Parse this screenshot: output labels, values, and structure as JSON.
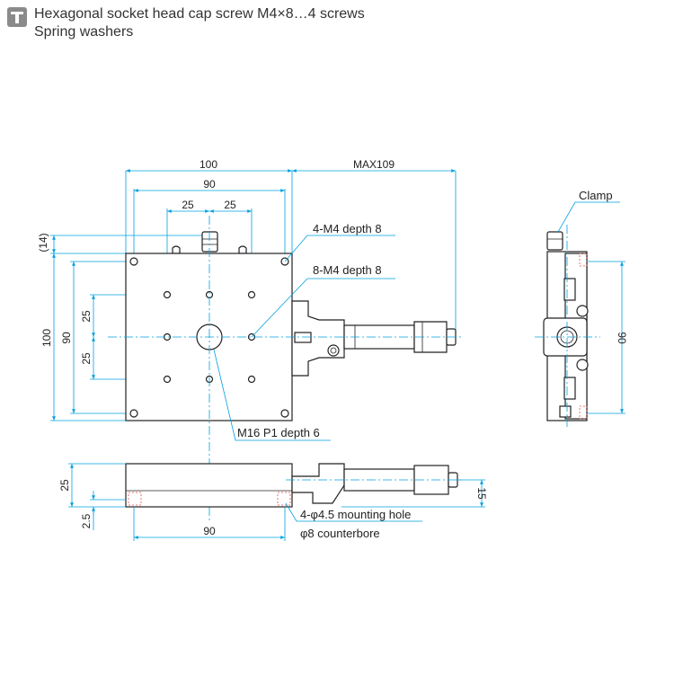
{
  "header": {
    "line1": "Hexagonal socket head cap screw M4×8…4 screws",
    "line2": "Spring washers"
  },
  "dimensions": {
    "width_100": "100",
    "max109": "MAX109",
    "width_90": "90",
    "pitch_25_left": "25",
    "pitch_25_right": "25",
    "paren_14": "(14)",
    "height_100": "100",
    "height_90": "90",
    "vpitch_25_top": "25",
    "vpitch_25_bottom": "25",
    "side_90": "90",
    "front_25": "25",
    "front_2_5": "2.5",
    "front_90": "90",
    "front_15": "15"
  },
  "labels": {
    "m4_depth_4": "4-M4 depth 8",
    "m4_depth_8": "8-M4 depth 8",
    "m16": "M16 P1 depth 6",
    "clamp": "Clamp",
    "mount_line1": "4-φ4.5 mounting hole",
    "mount_line2": "φ8 counterbore"
  },
  "colors": {
    "dimension": "#00a0e0",
    "outline": "#222222",
    "hidden": "#e05050"
  }
}
